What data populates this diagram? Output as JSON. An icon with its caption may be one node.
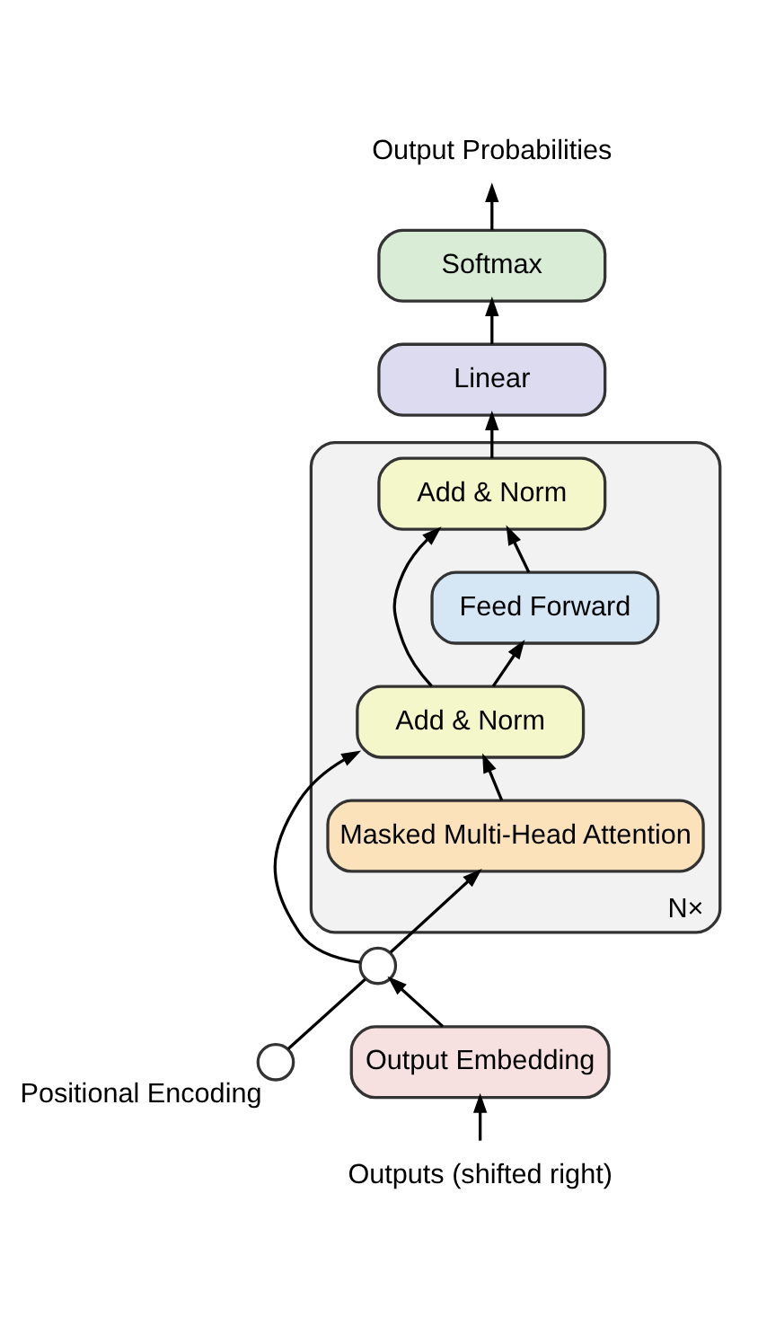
{
  "diagram": {
    "nodes": [
      {
        "text": [
          "Output Probabilities"
        ]
      },
      {
        "text": [
          "Softmax"
        ]
      },
      {
        "text": [
          "Linear"
        ]
      },
      {
        "text": [],
        "shape": "box",
        "beside": [
          "N×"
        ]
      },
      {
        "text": [
          "Add & Norm"
        ],
        "in": 3
      },
      {
        "text": [
          "Feed Forward"
        ],
        "in": 3
      },
      {
        "text": [
          "Add & Norm"
        ],
        "in": 3
      },
      {
        "text": [
          "Masked Multi-Head Attention"
        ],
        "in": 3
      },
      {
        "text": [],
        "shape": "circle"
      },
      {
        "text": [],
        "shape": "circle",
        "beside": [
          "Positional Encoding"
        ]
      },
      {
        "text": [
          "Output Embedding"
        ]
      },
      {
        "text": [
          "Outputs (shifted right)"
        ]
      }
    ],
    "edges": [
      {
        "from": 11,
        "to": 10,
        "arrow": "to"
      },
      {
        "from": 10,
        "to": 8,
        "arrow": "to"
      },
      {
        "from": 9,
        "to": 8,
        "arrow": "none"
      },
      {
        "from": 8,
        "to": 7,
        "arrow": "to"
      },
      {
        "from": 8,
        "to": 6,
        "arrow": "to"
      },
      {
        "from": 7,
        "to": 6,
        "arrow": "to"
      },
      {
        "from": 6,
        "to": 5,
        "arrow": "to"
      },
      {
        "from": 6,
        "to": 4,
        "arrow": "to"
      },
      {
        "from": 5,
        "to": 4,
        "arrow": "to"
      },
      {
        "from": 4,
        "to": 2,
        "arrow": "to"
      },
      {
        "from": 2,
        "to": 1,
        "arrow": "to"
      },
      {
        "from": 1,
        "to": 0,
        "arrow": "to"
      }
    ]
  }
}
